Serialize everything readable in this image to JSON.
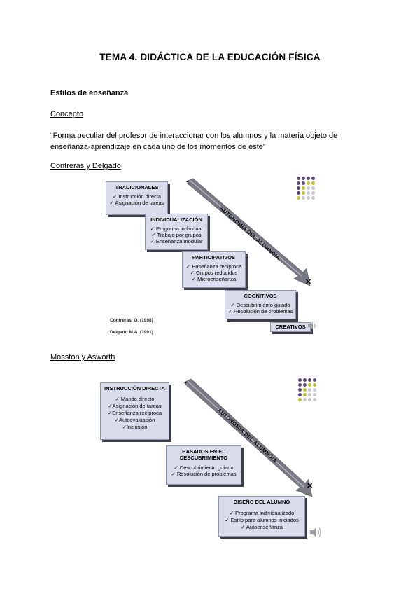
{
  "title": "TEMA 4. DIDÁCTICA DE LA EDUCACIÓN FÍSICA",
  "section_heading": "Estilos de enseñanza",
  "concept_heading": "Concepto",
  "concept_text_line1": "“Forma peculiar del profesor de interaccionar con los alumnos y la materia objeto de",
  "concept_text_line2": "enseñanza-aprendizaje en cada uno de los momentos de éste”",
  "diagram1": {
    "heading": "Contreras y Delgado",
    "arrow_label": "AUTONOMÍA DEL ALUMNO/A",
    "minus": "-",
    "plus": "+",
    "boxes": [
      {
        "title": "TRADICIONALES",
        "items": [
          "✓ Instrucción directa",
          "✓ Asignación de tareas"
        ]
      },
      {
        "title": "INDIVIDUALIZACIÓN",
        "items": [
          "✓ Programa individual",
          "✓ Trabajo por grupos",
          "✓ Enseñanza modular"
        ]
      },
      {
        "title": "PARTICIPATIVOS",
        "items": [
          "✓ Enseñanza recíproca",
          "✓ Grupos reducidos",
          "✓ Microenseñanza"
        ]
      },
      {
        "title": "COGNITIVOS",
        "items": [
          "✓ Descubrimiento guiado",
          "✓ Resolución de problemas"
        ]
      },
      {
        "title": "CREATIVOS",
        "items": []
      }
    ],
    "ref1": "Contreras, O. (1998)",
    "ref2": "Delgado M.A. (1991)"
  },
  "diagram2": {
    "heading": "Mosston y Asworth",
    "arrow_label": "AUTONOMÍA DEL ALUMNO/A",
    "minus": "-",
    "plus": "+",
    "boxes": [
      {
        "title": "INSTRUCCIÓN DIRECTA",
        "items": [
          "✓ Mando directo",
          "✓Asignación de tareas",
          "✓Enseñanza recíproca",
          "✓Autoevaluación",
          "✓Inclusión"
        ]
      },
      {
        "title": "BASADOS EN EL DESCUBRIMIENTO",
        "items": [
          "✓ Descubrimiento guiado",
          "✓ Resolución de problemas"
        ]
      },
      {
        "title": "DISEÑO DEL ALUMNO",
        "items": [
          "✓ Programa individualizado",
          "✓ Estilo para alumnos iniciados",
          "✓ Autoenseñanza"
        ]
      }
    ]
  },
  "colors": {
    "box_fill": "#d9dcea",
    "box_border": "#8e92ad",
    "box_shadow": "#3b3b4a",
    "arrow": "#7a7a86",
    "dot_purple": "#5c4a7a",
    "dot_olive": "#c4bf3a",
    "dot_grey": "#c8c8d0"
  },
  "icons": [
    "decorative-dot-grid-icon",
    "speaker-icon"
  ]
}
